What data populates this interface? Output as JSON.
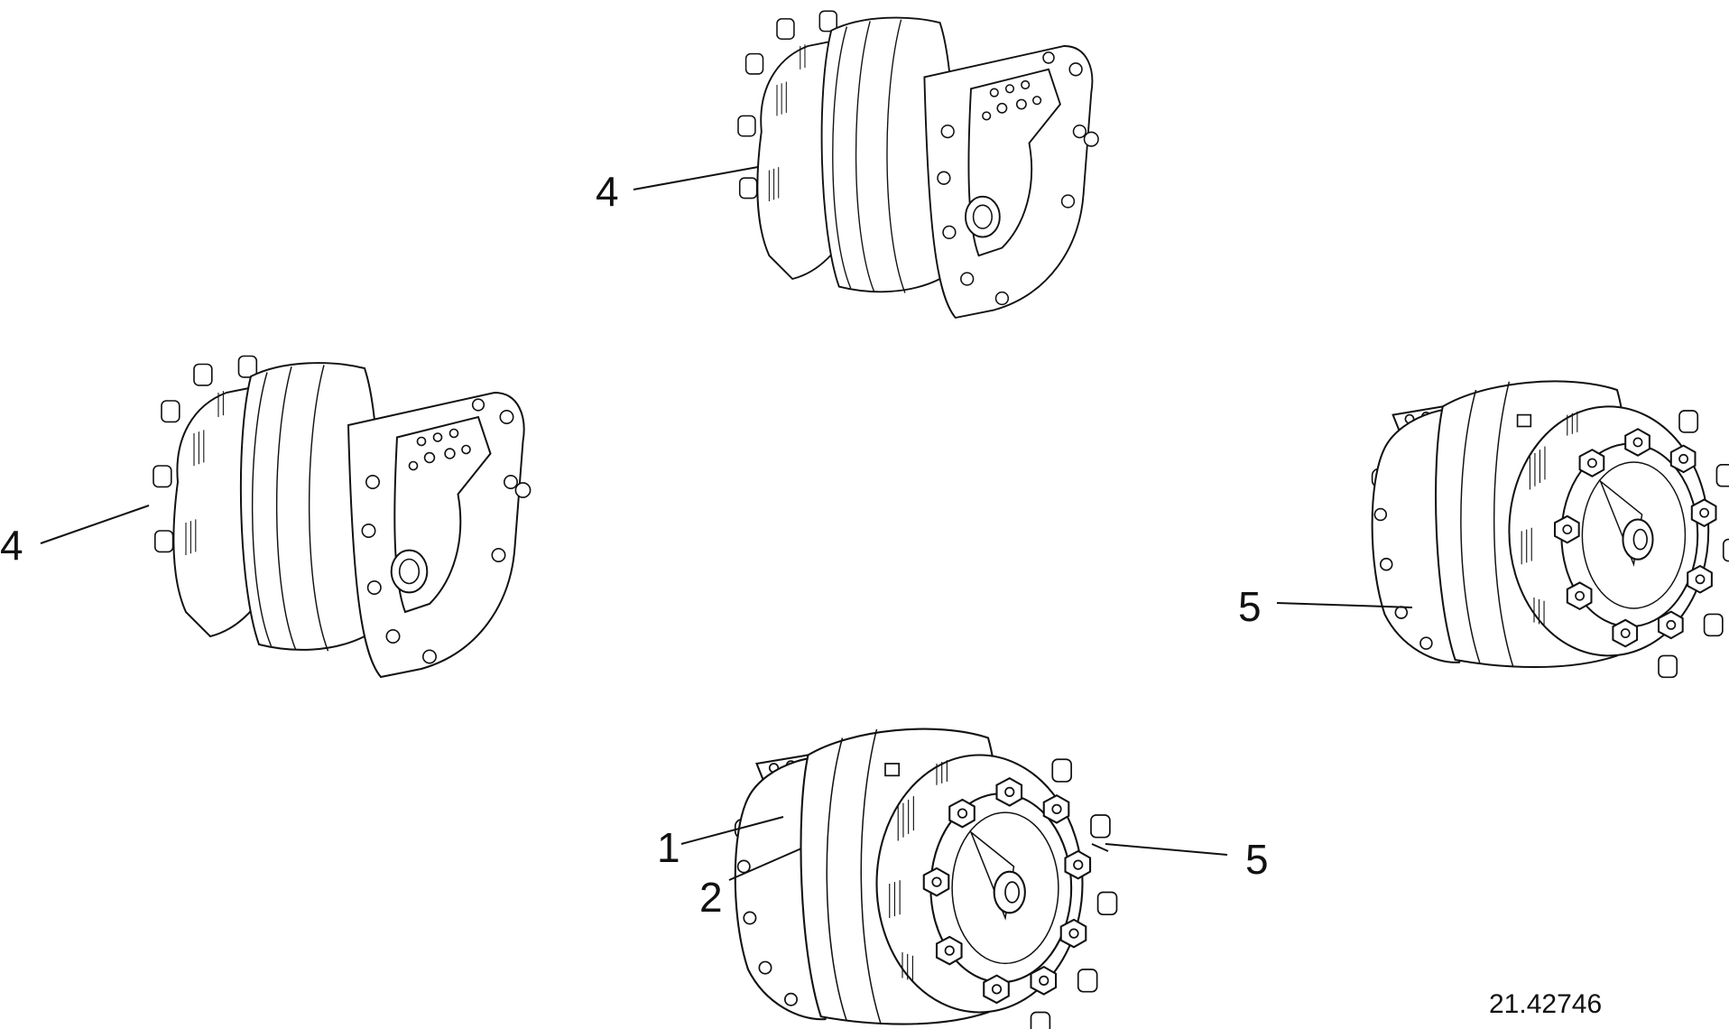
{
  "callouts": {
    "c_top_4": "4",
    "c_left_4": "4",
    "c_right_5": "5",
    "c_bottom_1": "1",
    "c_bottom_2": "2",
    "c_bottom_5": "5"
  },
  "document_number": "21.42746",
  "colors": {
    "ink": "#111111",
    "background": "#ffffff"
  }
}
